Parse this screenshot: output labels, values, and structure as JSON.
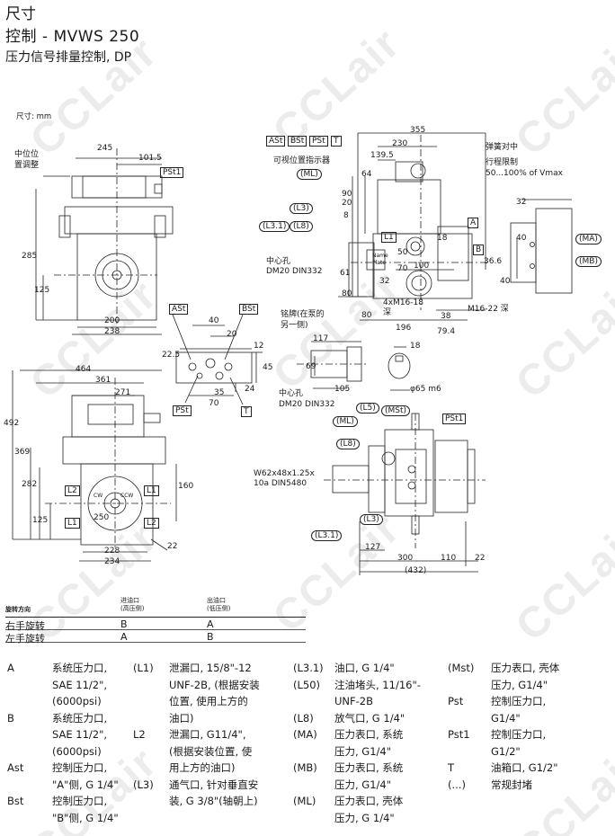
{
  "header": {
    "title": "尺寸",
    "model": "控制 - MVWS 250",
    "subtitle": "压力信号排量控制, DP",
    "unit": "尺寸: mm"
  },
  "watermark": "CCLair",
  "drawing_left_top": {
    "label_center": "中位位\n置调整",
    "dims": {
      "d245": "245",
      "d1015": "101.5",
      "d285": "285",
      "d125": "125",
      "d200": "200",
      "d238": "238"
    },
    "ports": {
      "pst1": "PSt1"
    }
  },
  "drawing_right_top": {
    "ports": {
      "ast": "ASt",
      "bst": "BSt",
      "pst": "PSt",
      "t": "T",
      "ml": "(ML)",
      "l3": "(L3)",
      "l31": "(L3.1)",
      "l8": "(L8)",
      "l1": "L1",
      "a": "A",
      "b": "B",
      "ma": "(MA)",
      "mb": "(MB)"
    },
    "dims": {
      "d355": "355",
      "d230": "230",
      "d1395": "139.5",
      "d64": "64",
      "d90": "90",
      "d20": "20",
      "d8": "8",
      "d18": "18",
      "d50": "50",
      "d70": "70",
      "d100": "100",
      "d366": "36.6",
      "d61": "61",
      "d32": "32",
      "d80": "80",
      "d80b": "80",
      "d196": "196",
      "d38": "38",
      "d794": "79.4",
      "d32r": "32",
      "d40a": "40",
      "d40b": "40"
    },
    "notes": {
      "visible": "可视位置指示器",
      "spring": "弹簧对中",
      "stroke": "行程限制",
      "vmax": "50...100% of Vmax",
      "center_hole": "中心孔\nDM20 DIN332",
      "nameplate_a": "Name",
      "nameplate_b": "Plate",
      "thread1": "4xM16-18\n深",
      "thread2": "M16-22 深",
      "nameplate": "铭牌(在泵的\n另一侧)"
    }
  },
  "drawing_mid": {
    "ports": {
      "ast": "ASt",
      "bst": "BSt",
      "pst": "PSt",
      "t": "T"
    },
    "dims": {
      "d40": "40",
      "d20": "20",
      "d225": "22.5",
      "d12": "12",
      "d45": "45",
      "d24": "24",
      "d35": "35",
      "d70": "70"
    },
    "shaft": {
      "d117": "117",
      "d69": "69",
      "d105": "105",
      "d18": "18",
      "dia": "φ65 m6",
      "center_hole": "中心孔\nDM20 DIN332"
    }
  },
  "drawing_left_bottom": {
    "dims": {
      "d464": "464",
      "d361": "361",
      "d271": "271",
      "d492": "492",
      "d369": "369",
      "d282": "282",
      "d160": "160",
      "d125": "125",
      "d250": "250",
      "d228": "228",
      "d234": "234",
      "d22": "22"
    },
    "ports": {
      "l1": "L1",
      "l2": "L2"
    },
    "rotation": {
      "cw": "CW",
      "ccw": "CCW"
    }
  },
  "drawing_right_bottom": {
    "ports": {
      "ml": "(ML)",
      "l5": "(L5)",
      "mst": "(MSt)",
      "pst1": "PSt1",
      "l8": "(L8)",
      "l3": "(L3)",
      "l31": "(L3.1)"
    },
    "dims": {
      "d127": "127",
      "d300": "300",
      "d110": "110",
      "d22": "22",
      "d432": "(432)"
    },
    "shaft_note": "W62x48x1.25x\n10a DIN5480"
  },
  "rotation_table": {
    "headers": [
      "旋转方向",
      "进油口\n(高压侧)",
      "出油口\n(低压侧)"
    ],
    "rows": [
      [
        "右手旋转",
        "B",
        "A"
      ],
      [
        "左手旋转",
        "A",
        "B"
      ]
    ]
  },
  "legend": {
    "col1": [
      {
        "k": "A",
        "v": "系统压力口,\nSAE 11/2\",\n(6000psi)"
      },
      {
        "k": "B",
        "v": "系统压力口,\nSAE 11/2\",\n(6000psi)"
      },
      {
        "k": "Ast",
        "v": "控制压力口,\n\"A\"侧, G 1/4\""
      },
      {
        "k": "Bst",
        "v": "控制压力口,\n\"B\"侧, G 1/4\""
      }
    ],
    "col2": [
      {
        "k": "(L1)",
        "v": "泄漏口, 15/8\"-12\nUNF-2B, (根据安装\n位置, 使用上方的\n油口)"
      },
      {
        "k": "L2",
        "v": "泄漏口, G11/4\",\n(根据安装位置, 使\n用上方的油口)"
      },
      {
        "k": "(L3)",
        "v": "通气口, 针对垂直安\n装, G 3/8\"(轴朝上)"
      }
    ],
    "col3": [
      {
        "k": "(L3.1)",
        "v": "油口, G 1/4\""
      },
      {
        "k": "(L50)",
        "v": "注油堵头, 11/16\"-\nUNF-2B"
      },
      {
        "k": "(L8)",
        "v": "放气口, G 1/4\""
      },
      {
        "k": "(MA)",
        "v": "压力表口, 系统\n压力, G1/4\""
      },
      {
        "k": "(MB)",
        "v": "压力表口, 系统\n压力, G1/4\""
      },
      {
        "k": "(ML)",
        "v": "压力表口, 壳体\n压力, G 1/4\""
      }
    ],
    "col4": [
      {
        "k": "(Mst)",
        "v": "压力表口, 壳体\n压力, G1/4\""
      },
      {
        "k": "Pst",
        "v": "控制压力口,\nG1/4\""
      },
      {
        "k": "Pst1",
        "v": "控制压力口,\nG1/2\""
      },
      {
        "k": "T",
        "v": "油箱口, G1/2\""
      },
      {
        "k": "(...)",
        "v": "常规封堵"
      }
    ]
  }
}
